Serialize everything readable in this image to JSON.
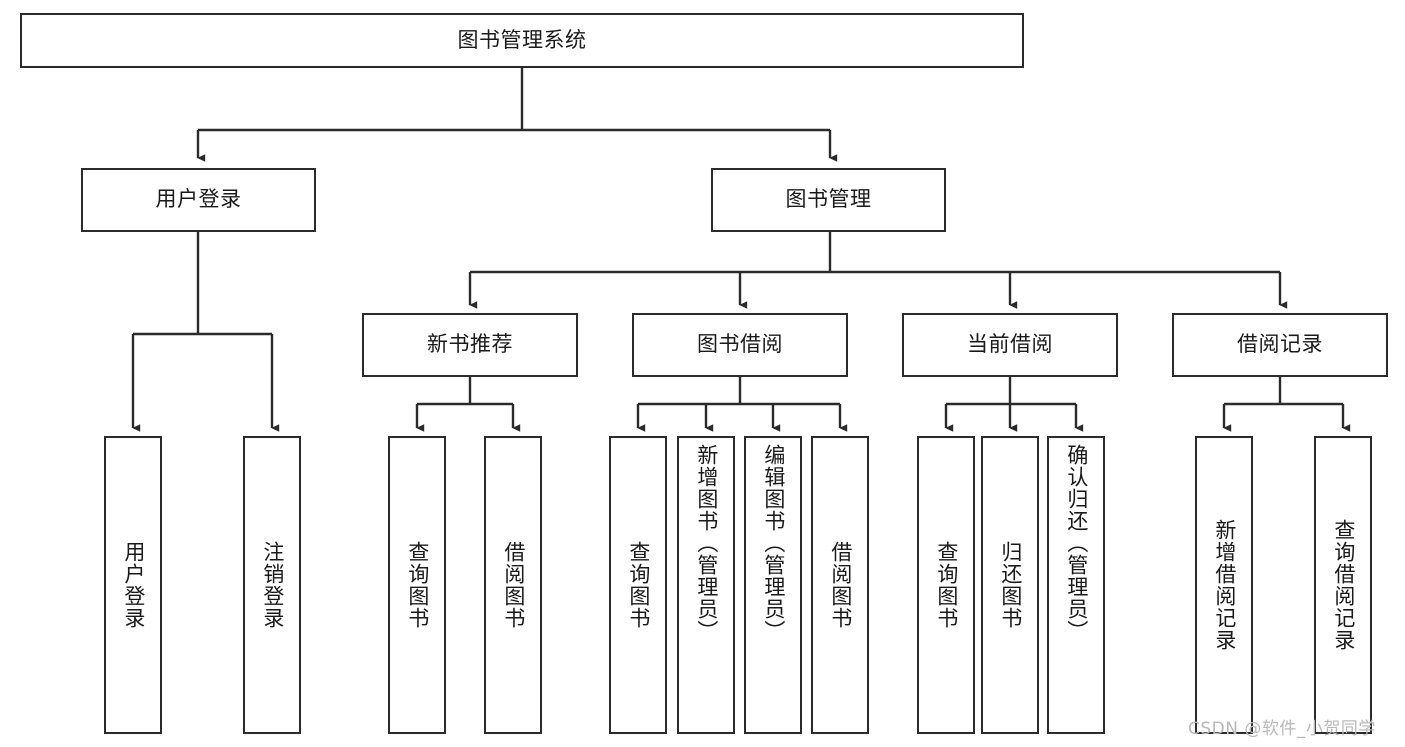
{
  "diagram": {
    "type": "tree-hierarchy",
    "title": "图书管理系统",
    "watermark": "CSDN @软件_小贺同学",
    "root": {
      "id": "root",
      "label": "图书管理系统",
      "level": 0
    },
    "level2": [
      {
        "id": "user-login",
        "label": "用户登录",
        "level": 1
      },
      {
        "id": "book-management",
        "label": "图书管理",
        "level": 1
      }
    ],
    "level3": [
      {
        "id": "new-book-recommend",
        "label": "新书推荐",
        "level": 2,
        "parent": "book-management"
      },
      {
        "id": "book-borrow",
        "label": "图书借阅",
        "level": 2,
        "parent": "book-management"
      },
      {
        "id": "current-borrow",
        "label": "当前借阅",
        "level": 2,
        "parent": "book-management"
      },
      {
        "id": "borrow-record",
        "label": "借阅记录",
        "level": 2,
        "parent": "book-management"
      }
    ],
    "leaves": [
      {
        "id": "leaf-user-login",
        "label": "用户登录",
        "parent": "user-login"
      },
      {
        "id": "leaf-logout",
        "label": "注销登录",
        "parent": "user-login"
      },
      {
        "id": "leaf-query-book-1",
        "label": "查询图书",
        "parent": "new-book-recommend"
      },
      {
        "id": "leaf-borrow-book-1",
        "label": "借阅图书",
        "parent": "new-book-recommend"
      },
      {
        "id": "leaf-query-book-2",
        "label": "查询图书",
        "parent": "book-borrow"
      },
      {
        "id": "leaf-add-book",
        "label": "新增图书（管理员）",
        "parent": "book-borrow"
      },
      {
        "id": "leaf-edit-book",
        "label": "编辑图书（管理员）",
        "parent": "book-borrow"
      },
      {
        "id": "leaf-borrow-book-2",
        "label": "借阅图书",
        "parent": "book-borrow"
      },
      {
        "id": "leaf-query-book-3",
        "label": "查询图书",
        "parent": "current-borrow"
      },
      {
        "id": "leaf-return-book",
        "label": "归还图书",
        "parent": "current-borrow"
      },
      {
        "id": "leaf-confirm-return",
        "label": "确认归还（管理员）",
        "parent": "current-borrow"
      },
      {
        "id": "leaf-add-record",
        "label": "新增借阅记录",
        "parent": "borrow-record"
      },
      {
        "id": "leaf-query-record",
        "label": "查询借阅记录",
        "parent": "borrow-record"
      }
    ],
    "colors": {
      "box_border": "#2b2b2b",
      "box_fill": "#ffffff",
      "connector": "#2b2b2b",
      "text": "#1a1a1a",
      "watermark": "#b9b9b9",
      "background": "#ffffff"
    }
  }
}
